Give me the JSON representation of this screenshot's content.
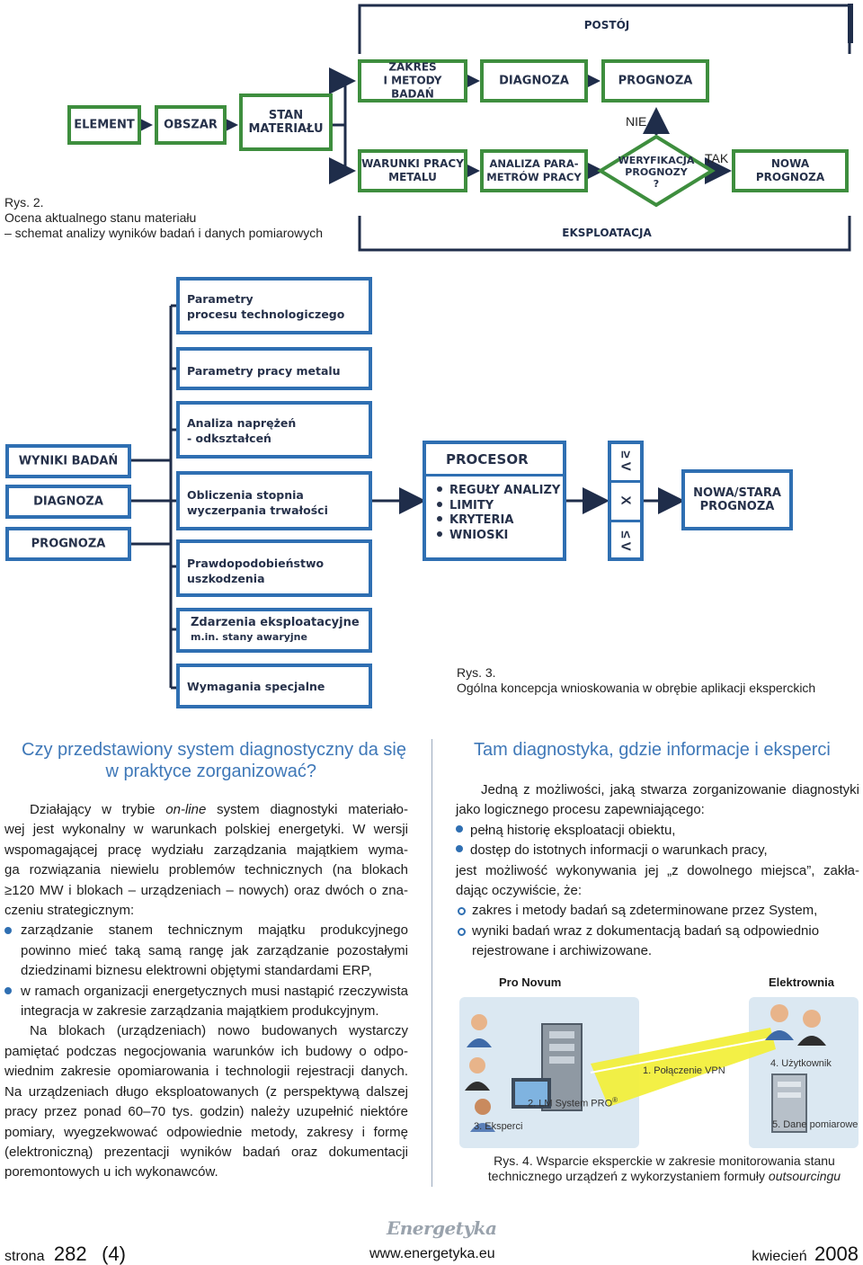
{
  "fig2": {
    "caption_label": "Rys. 2.",
    "caption_line1": "Ocena aktualnego stanu materiału",
    "caption_line2": "– schemat analizy wyników badań i danych pomiarowych",
    "top_label": "POSTÓJ",
    "bottom_label": "EKSPLOATACJA",
    "nie_label": "NIE",
    "tak_label": "TAK",
    "boxes": {
      "element": "ELEMENT",
      "obszar": "OBSZAR",
      "stan_1": "STAN",
      "stan_2": "MATERIAŁU",
      "zakres_1": "ZAKRES",
      "zakres_2": "I METODY BADAŃ",
      "diagnoza": "DIAGNOZA",
      "prognoza": "PROGNOZA",
      "warunki_1": "WARUNKI PRACY",
      "warunki_2": "METALU",
      "analiza_1": "ANALIZA PARA-",
      "analiza_2": "METRÓW PRACY",
      "weryf_1": "WERYFIKACJA",
      "weryf_2": "PROGNOZY",
      "weryf_3": "?",
      "nowa_1": "NOWA",
      "nowa_2": "PROGNOZA"
    },
    "colors": {
      "box_border": "#3e8e3e",
      "arrow": "#1f2d4a"
    }
  },
  "fig3": {
    "caption_label": "Rys. 3.",
    "caption_text": "Ogólna koncepcja wnioskowania w obrębie aplikacji eksperckich",
    "left_boxes": [
      "WYNIKI BADAŃ",
      "DIAGNOZA",
      "PROGNOZA"
    ],
    "center_boxes": [
      {
        "line1": "Parametry",
        "line2": "procesu technologiczego"
      },
      {
        "line1": "Parametry pracy metalu",
        "line2": ""
      },
      {
        "line1": "Analiza naprężeń",
        "line2": "- odkształceń"
      },
      {
        "line1": "Obliczenia stopnia",
        "line2": "wyczerpania trwałości"
      },
      {
        "line1": "Prawdopodobieństwo",
        "line2": "uszkodzenia"
      },
      {
        "line1": "Zdarzenia eksploatacyjne",
        "line2": "m.in. stany awaryjne"
      },
      {
        "line1": "Wymagania specjalne",
        "line2": ""
      }
    ],
    "procesor_title": "PROCESOR",
    "procesor_items": [
      "REGUŁY ANALIZY",
      "LIMITY",
      "KRYTERIA",
      "WNIOSKI"
    ],
    "compare_symbols": [
      "≥ V",
      "X",
      "≤ V"
    ],
    "output_line1": "NOWA/STARA",
    "output_line2": "PROGNOZA",
    "colors": {
      "box_border": "#2f6fb2"
    }
  },
  "left_column": {
    "heading_line1": "Czy przedstawiony system diagnostyczny da się",
    "heading_line2": "w praktyce zorganizować?",
    "p1_line1_a": "Działający w trybie ",
    "p1_line1_em": "on-line",
    "p1_line1_b": " system diagnostyki materiało-",
    "p1_line2": "wej jest wykonalny w warunkach polskiej energetyki. W wersji",
    "p1_line3": "wspomagającej pracę wydziału zarządzania majątkiem wyma-",
    "p1_line4": "ga rozwiązania niewielu problemów technicznych (na blokach",
    "p1_line5": "≥120 MW i blokach – urządzeniach – nowych) oraz dwóch o zna-",
    "p1_line6": "czeniu strategicznym:",
    "b1_line1": "zarządzanie stanem technicznym majątku produkcyjnego",
    "b1_line2": "powinno mieć taką samą rangę jak zarządzanie pozostałymi",
    "b1_line3": "dziedzinami biznesu elektrowni objętymi standardami ERP,",
    "b2_line1": "w ramach organizacji energetycznych musi nastąpić rzeczywista",
    "b2_line2": "integracja w zakresie zarządzania majątkiem produkcyjnym.",
    "p2_line1": "Na blokach (urządzeniach) nowo budowanych wystarczy",
    "p2_line2": "pamiętać podczas negocjowania warunków ich budowy o odpo-",
    "p2_line3": "wiednim zakresie opomiarowania i technologii rejestracji danych.",
    "p2_line4": "Na urządzeniach długo eksploatowanych (z perspektywą dalszej",
    "p2_line5": "pracy przez ponad 60–70 tys. godzin) należy uzupełnić niektóre",
    "p2_line6": "pomiary, wyegzekwować odpowiednie metody, zakresy i formę",
    "p2_line7": "(elektroniczną) prezentacji wyników badań oraz dokumentacji",
    "p2_line8": "poremontowych u ich wykonawców."
  },
  "right_column": {
    "heading": "Tam diagnostyka, gdzie informacje i eksperci",
    "p1_line1": "Jedną z możliwości, jaką stwarza zorganizowanie diagnostyki",
    "p1_line2": "jako logicznego procesu zapewniającego:",
    "b1": "pełną historię eksploatacji obiektu,",
    "b2": "dostęp do istotnych informacji o warunkach pracy,",
    "p2_line1": "jest możliwość wykonywania jej „z dowolnego miejsca”, zakła-",
    "p2_line2": "dając oczywiście, że:",
    "r1": "zakres i metody badań są zdeterminowane przez System,",
    "r2_line1": "wyniki badań wraz z dokumentacją badań są odpowiednio",
    "r2_line2": "rejestrowane i archiwizowane."
  },
  "fig4": {
    "label_left": "Pro Novum",
    "label_right": "Elektrownia",
    "item1": "1. Połączenie VPN",
    "item2": "2. LM System PRO",
    "item2_mark": "®",
    "item3": "3. Eksperci",
    "item4": "4. Użytkownik",
    "item5": "5. Dane pomiarowe",
    "caption_line1": "Rys. 4. Wsparcie eksperckie w zakresie monitorowania stanu",
    "caption_line2_a": "technicznego urządzeń z wykorzystaniem formuły ",
    "caption_line2_em": "outsourcingu",
    "colors": {
      "vpn": "#f2ef3c",
      "panel": "#dbe8f2"
    }
  },
  "footer": {
    "strona_label": "strona",
    "page_number": "282",
    "issue": "(4)",
    "website": "www.energetyka.eu",
    "month": "kwiecień",
    "year": "2008",
    "logo_text": "Energetyka"
  }
}
